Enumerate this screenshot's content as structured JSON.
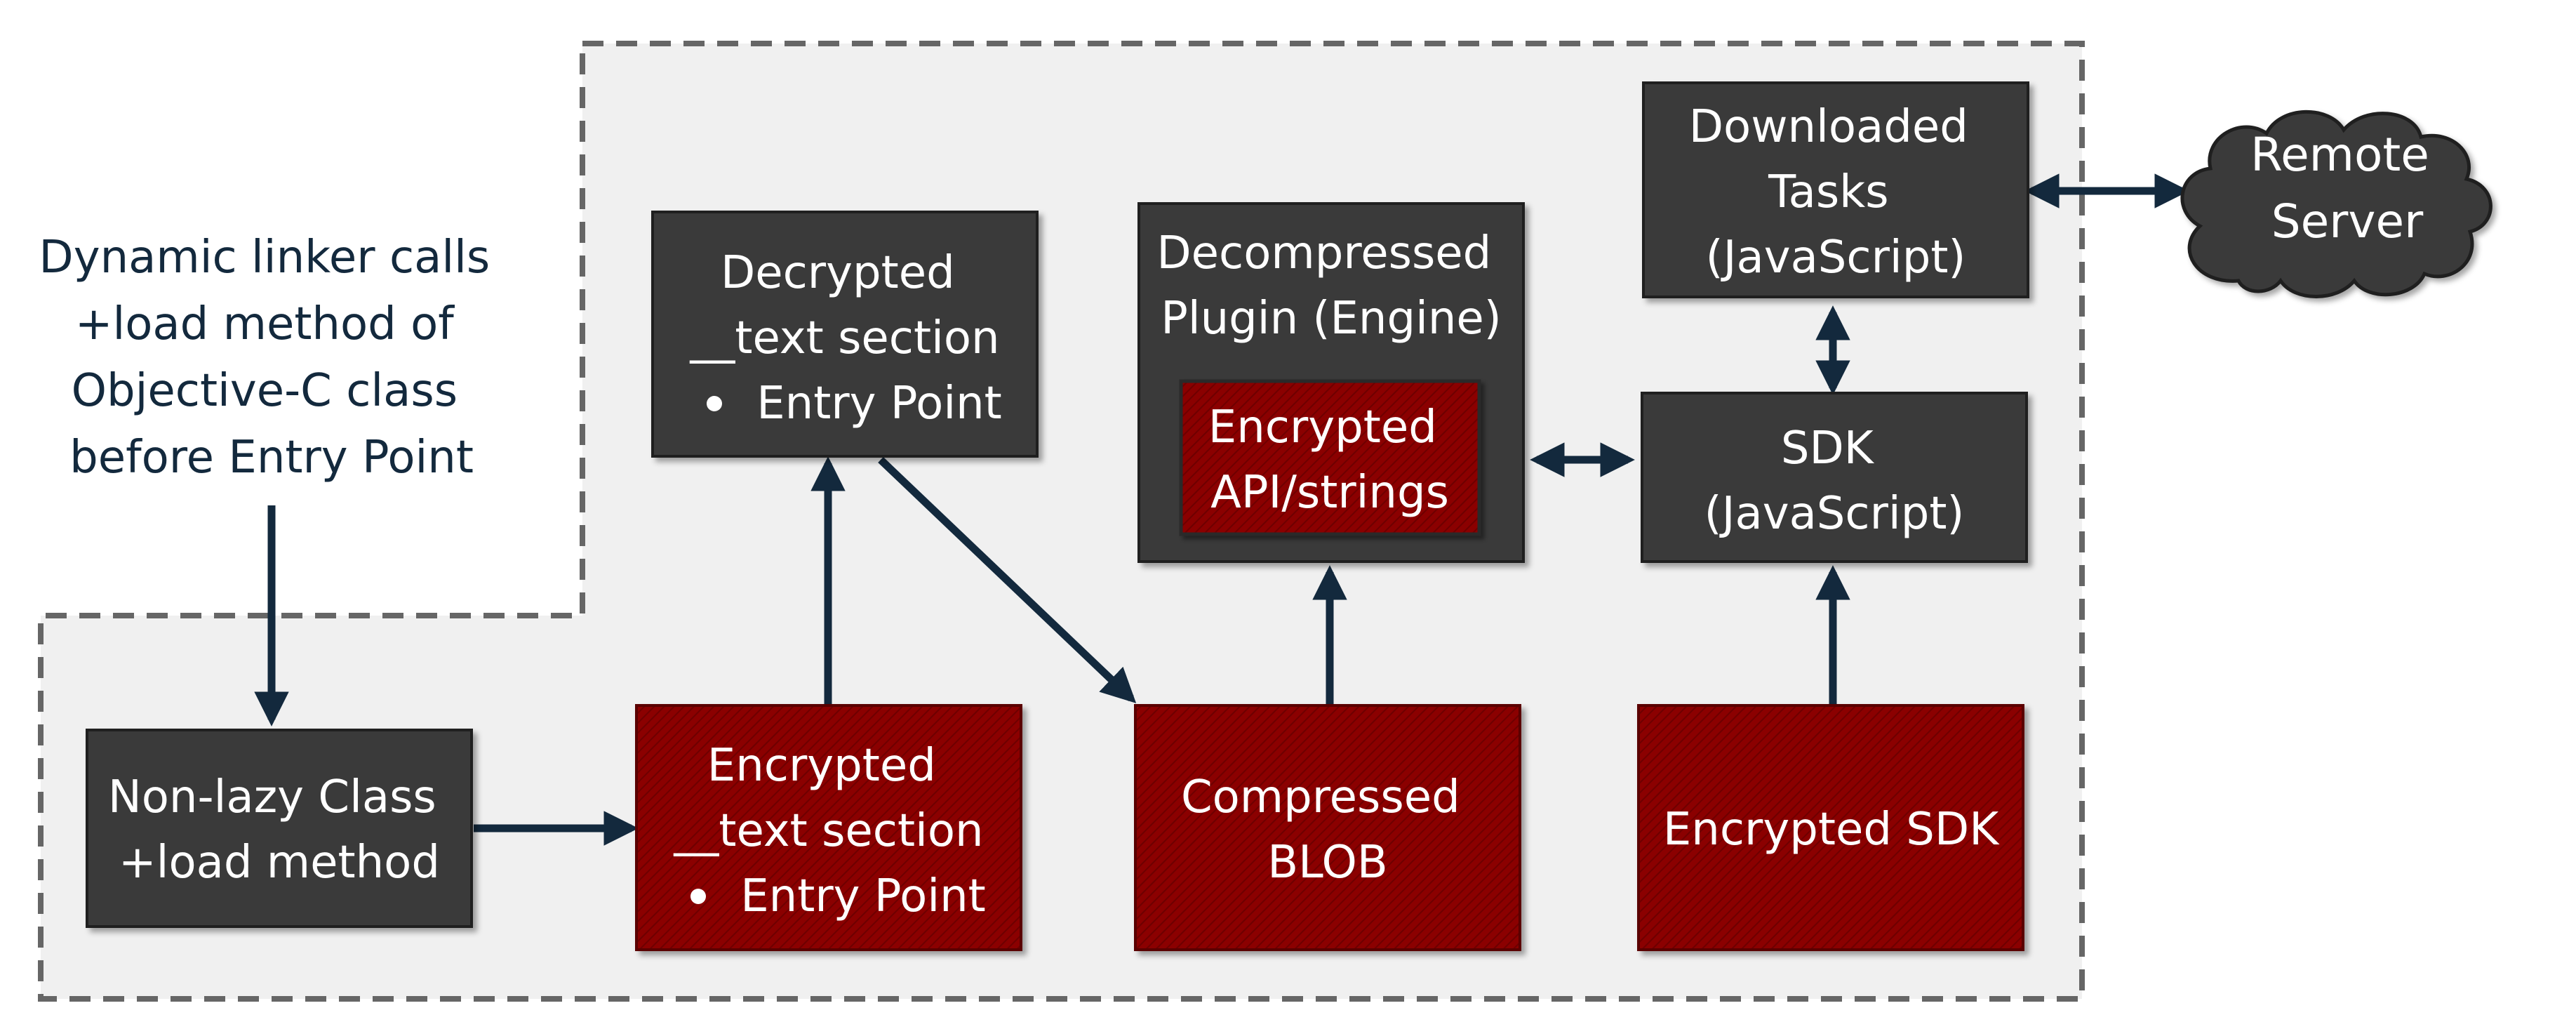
{
  "annotation": {
    "lines": [
      "Dynamic linker calls",
      "+load method of",
      "Objective-C class",
      "before Entry Point"
    ]
  },
  "boxes": {
    "nonlazy": {
      "lines": [
        "Non-lazy Class",
        "+load method"
      ]
    },
    "encrypted_text": {
      "lines": [
        "Encrypted",
        "__text section"
      ],
      "bullet": "Entry Point"
    },
    "decrypted_text": {
      "lines": [
        "Decrypted",
        "__text section"
      ],
      "bullet": "Entry Point"
    },
    "compressed_blob": {
      "lines": [
        "Compressed",
        "BLOB"
      ]
    },
    "decompressed_plugin": {
      "lines": [
        "Decompressed",
        "Plugin (Engine)"
      ]
    },
    "encrypted_api": {
      "lines": [
        "Encrypted",
        "API/strings"
      ]
    },
    "sdk": {
      "lines": [
        "SDK",
        "(JavaScript)"
      ]
    },
    "encrypted_sdk": {
      "lines": [
        "Encrypted SDK"
      ]
    },
    "downloaded_tasks": {
      "lines": [
        "Downloaded",
        "Tasks",
        "(JavaScript)"
      ]
    }
  },
  "cloud": {
    "lines": [
      "Remote",
      "Server"
    ]
  },
  "colors": {
    "dark_box": "#3a3a3a",
    "encrypted_box": "#8b0000",
    "arrow": "#13293d",
    "region_fill": "#f0f0f0",
    "region_border": "#666666"
  }
}
